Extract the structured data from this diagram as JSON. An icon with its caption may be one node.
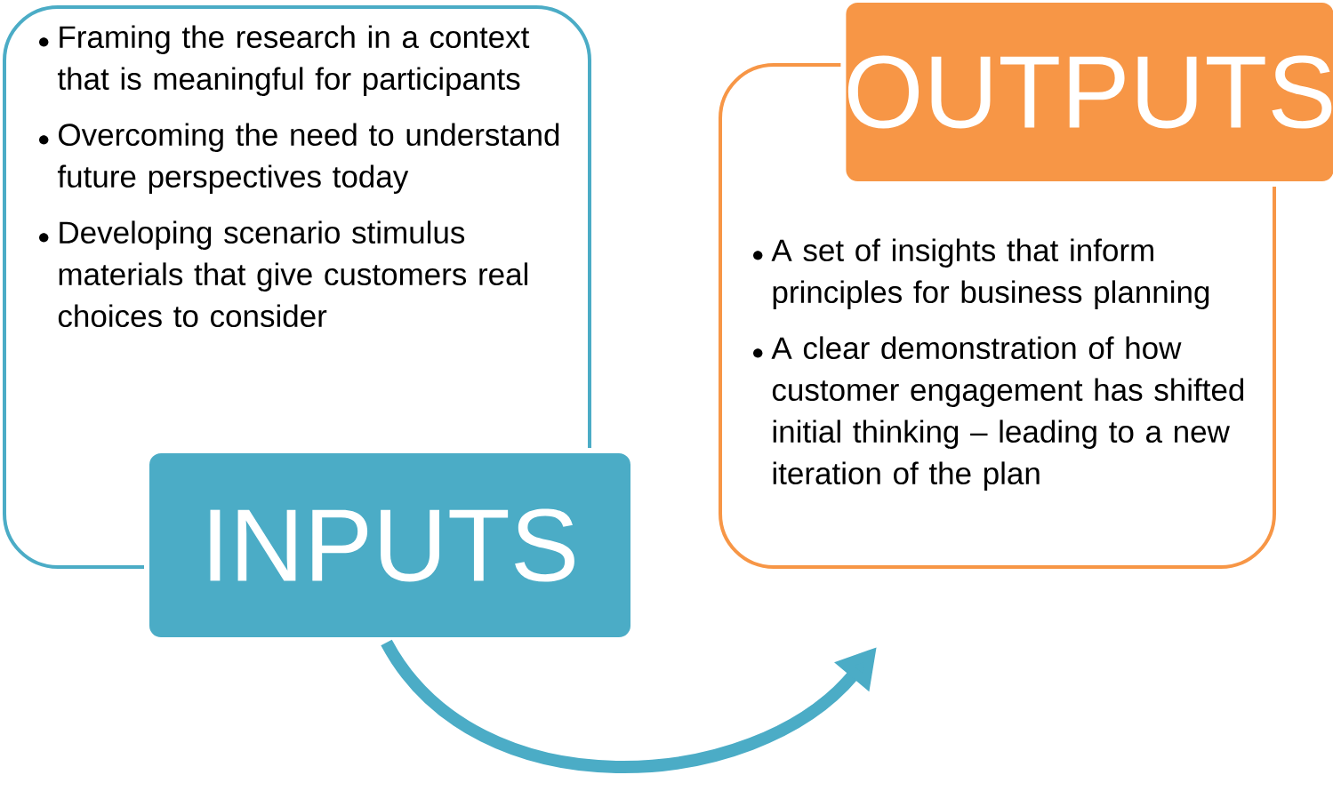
{
  "diagram": {
    "nodes": [
      {
        "text": [
          "Framing the research in a context that is meaningful for participants",
          "Overcoming the need to understand  future perspectives today",
          "Developing scenario stimulus materials that give customers real choices to consider"
        ]
      },
      {
        "text": [
          "INPUTS"
        ]
      },
      {
        "text": [
          "A set of insights that inform principles for business planning",
          "A  clear demonstration of how customer engagement has shifted initial thinking – leading to a new iteration of the plan"
        ]
      },
      {
        "text": [
          "OUTPUTS"
        ]
      }
    ],
    "edges": [
      {
        "from": 1,
        "to": 2,
        "arrow": "to"
      }
    ]
  }
}
